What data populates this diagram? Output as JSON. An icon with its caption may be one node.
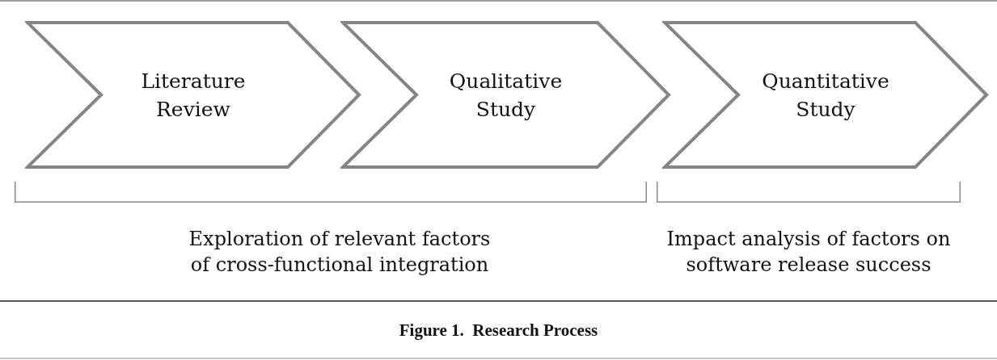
{
  "diagram": {
    "caption": "Figure 1.  Research Process",
    "nodes": [
      {
        "text": [
          "Literature Review"
        ]
      },
      {
        "text": [
          "Qualitative Study"
        ]
      },
      {
        "text": [
          "Quantitative Study"
        ]
      }
    ],
    "labels": [
      "Exploration of relevant factors of cross-functional integration",
      "Impact analysis of factors on software release success"
    ]
  }
}
